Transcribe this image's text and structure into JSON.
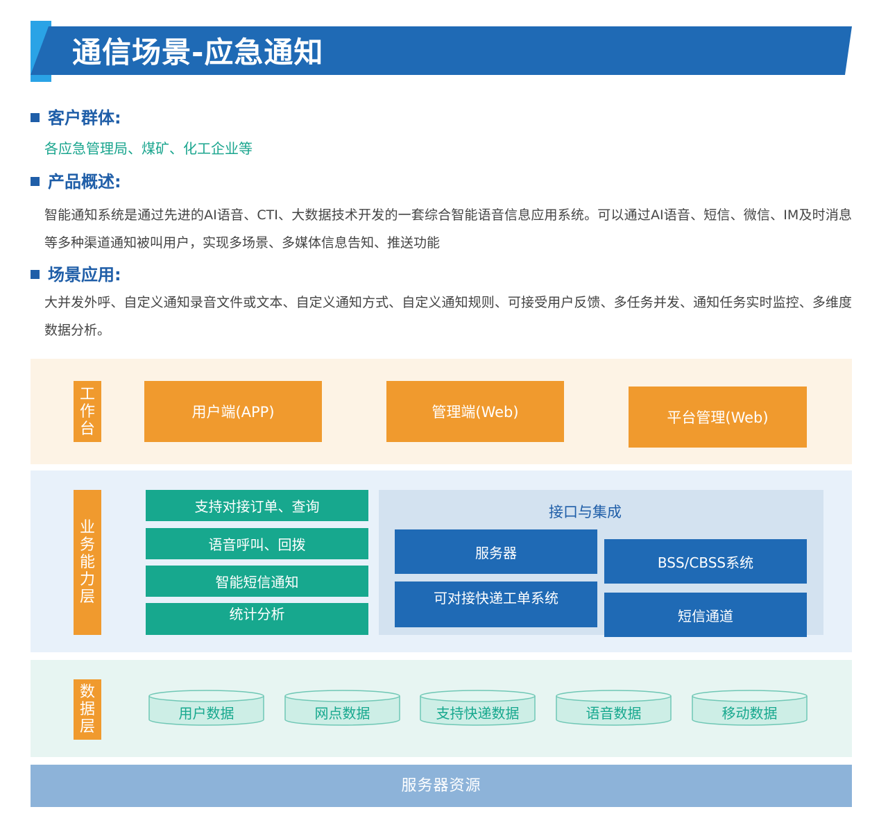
{
  "header": {
    "title": "通信场景-应急通知"
  },
  "sections": {
    "customers": {
      "heading": "客户群体:",
      "text": "各应急管理局、煤矿、化工企业等"
    },
    "overview": {
      "heading": "产品概述:",
      "text": "智能通知系统是通过先进的AI语音、CTI、大数据技术开发的一套综合智能语音信息应用系统。可以通过AI语音、短信、微信、IM及时消息等多种渠道通知被叫用户，实现多场景、多媒体信息告知、推送功能"
    },
    "scenarios": {
      "heading": "场景应用:",
      "text": "大并发外呼、自定义通知录音文件或文本、自定义通知方式、自定义通知规则、可接受用户反馈、多任务并发、通知任务实时监控、多维度数据分析。"
    }
  },
  "diagram": {
    "workbench": {
      "label": "工作台",
      "boxes": [
        "用户端(APP)",
        "管理端(Web)",
        "平台管理(Web)"
      ]
    },
    "business": {
      "label": "业务能力层",
      "features": [
        "支持对接订单、查询",
        "语音呼叫、回拨",
        "智能短信通知",
        "统计分析"
      ],
      "integration": {
        "title": "接口与集成",
        "left": [
          "服务器",
          "可对接快递工单系统"
        ],
        "right": [
          "BSS/CBSS系统",
          "短信通道"
        ]
      }
    },
    "data": {
      "label": "数据层",
      "stores": [
        "用户数据",
        "网点数据",
        "支持快递数据",
        "语音数据",
        "移动数据"
      ]
    },
    "resources": {
      "label": "服务器资源"
    }
  },
  "colors": {
    "primary_blue": "#1f6ab5",
    "accent_blue": "#2aa3e6",
    "orange": "#f09a2e",
    "teal": "#17a88e",
    "resource_blue": "#8db3d9"
  }
}
